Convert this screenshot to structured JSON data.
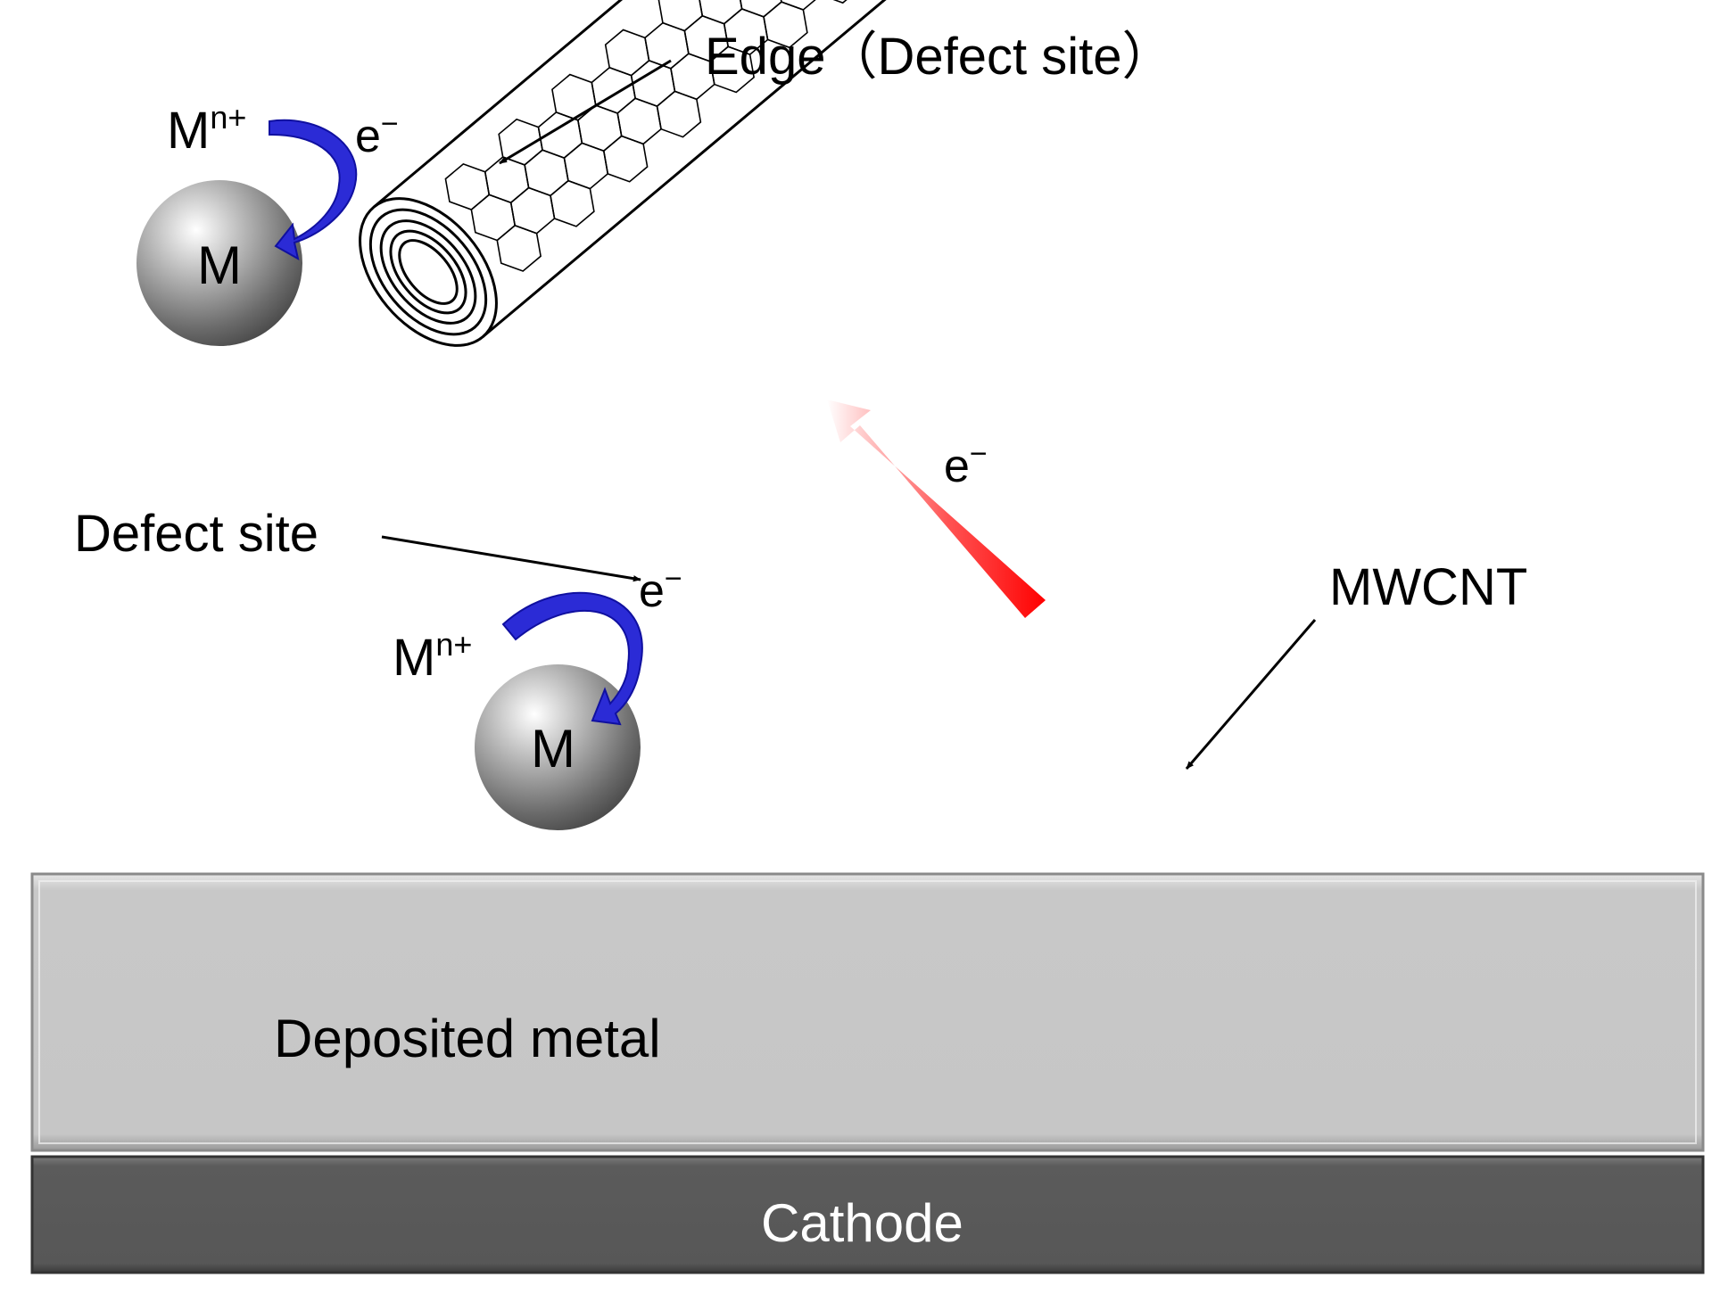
{
  "labels": {
    "edge_defect_site": "Edge（Defect site）",
    "defect_site": "Defect site",
    "mwcnt": "MWCNT",
    "deposited_metal": "Deposited metal",
    "cathode": "Cathode",
    "metal_ion_base": "M",
    "metal_ion_sup": "n+",
    "electron_base": "e",
    "electron_sup": "−",
    "metal_atom": "M"
  },
  "colors": {
    "background": "#ffffff",
    "deposited_metal": "#c8c8c8",
    "cathode": "#595959",
    "cathode_text": "#ffffff",
    "transfer_arrow": "#2b2bd6",
    "electron_flow_arrow": "#ff1a1a",
    "outline": "#000000"
  },
  "icons": {
    "metal_sphere": "gray-sphere",
    "transfer_arrow": "curved-blue-arrow",
    "flow_arrow": "red-gradient-arrow"
  }
}
